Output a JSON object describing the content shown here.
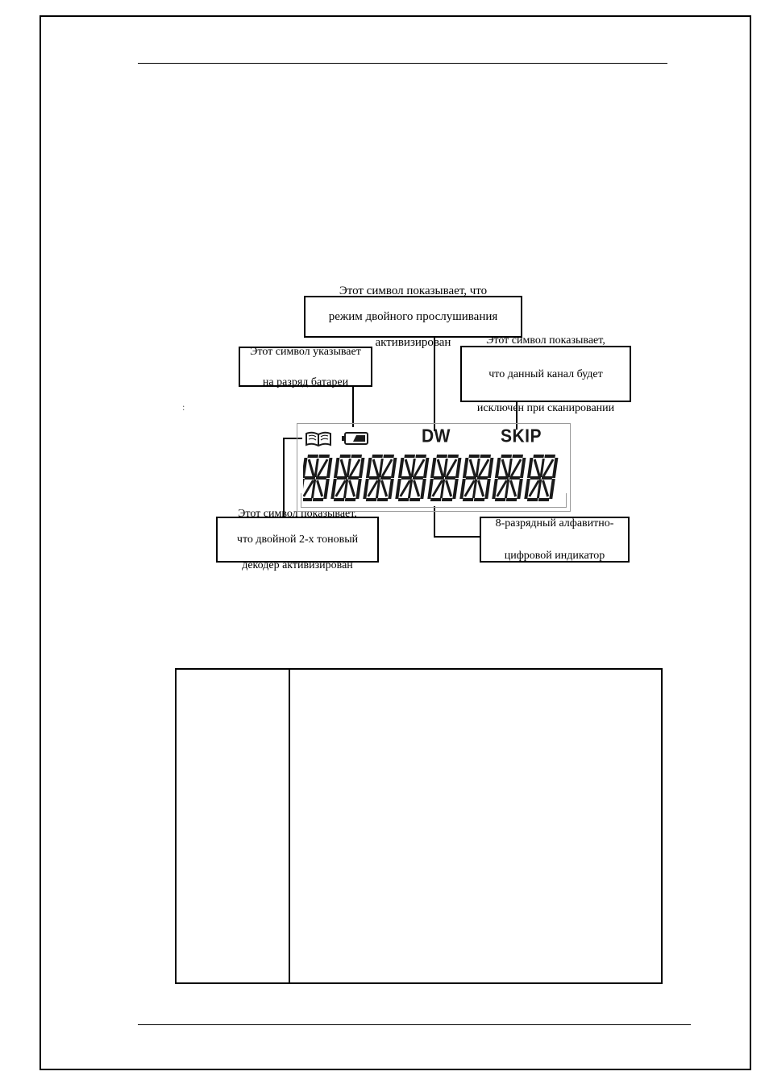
{
  "diagram": {
    "callouts": {
      "dual_watch": [
        "Этот символ показывает, что",
        "режим двойного прослушивания",
        "активизирован"
      ],
      "battery": [
        "Этот символ указывает",
        "на разряд батареи"
      ],
      "skip": [
        "Этот символ показывает,",
        "что данный канал будет",
        "исключен при сканировании"
      ],
      "dtmf": [
        "Этот символ показывает,",
        "что двойной 2-х тоновый",
        "декодер активизирован"
      ],
      "alnum": [
        "8-разрядный алфавитно-",
        "цифровой индикатор"
      ]
    },
    "lcd": {
      "dw_label": "DW",
      "skip_label": "SKIP",
      "book_icon": "open-book-icon",
      "battery_icon": "battery-icon",
      "digit_count": 8
    },
    "stray_mark": ":"
  },
  "colors": {
    "ink": "#000000",
    "lcd_segment": "#1a1a1a",
    "lcd_frame": "#9a9a9a"
  }
}
